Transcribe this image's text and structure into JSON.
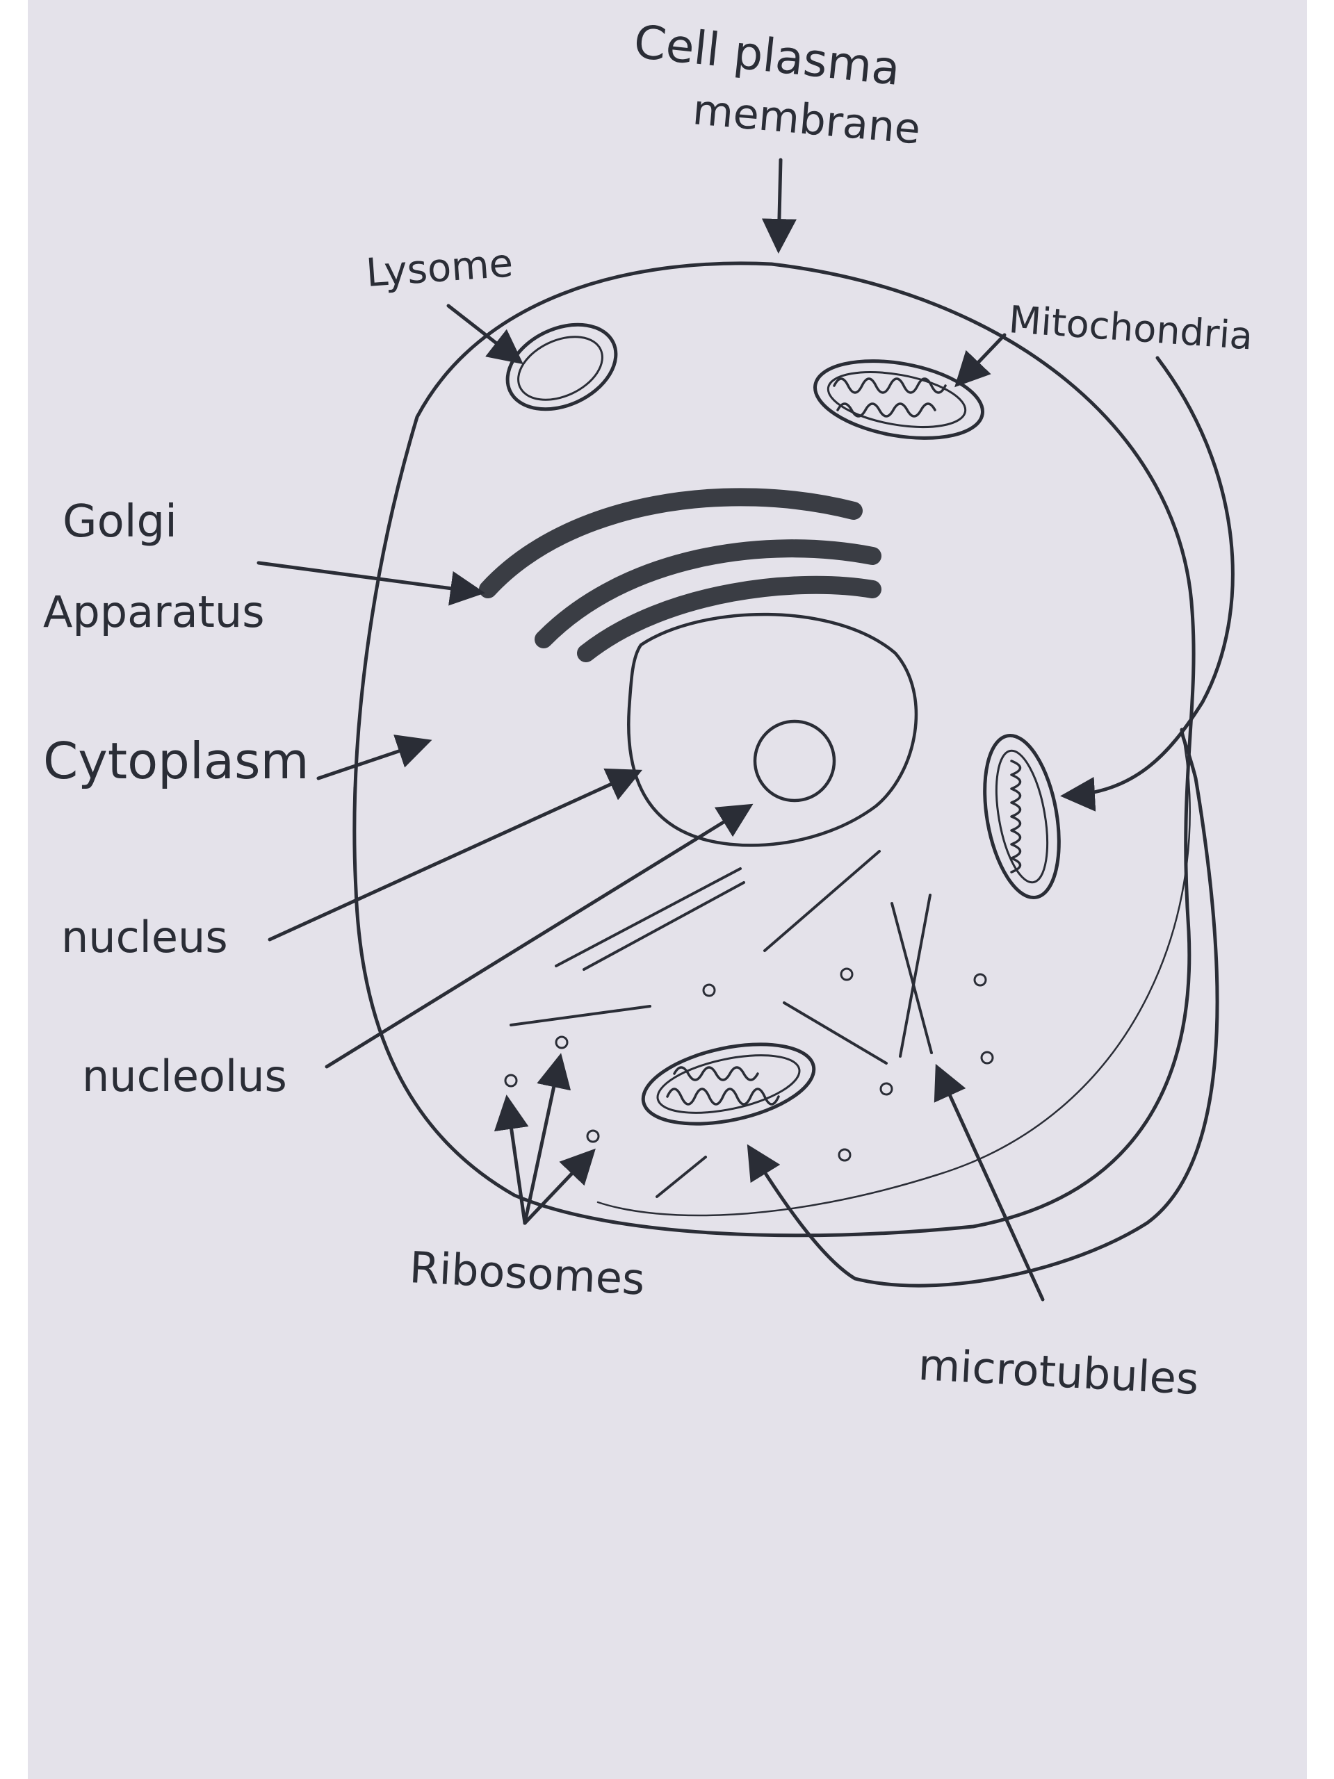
{
  "diagram": {
    "ink_color": "#2a2d36",
    "paper_color": "#e4e2ea",
    "labels": {
      "membrane_line1": "Cell plasma",
      "membrane_line2": "membrane",
      "lysome": "Lysome",
      "mitochondria": "Mitochondria",
      "golgi_line1": "Golgi",
      "golgi_line2": "Apparatus",
      "cytoplasm": "Cytoplasm",
      "nucleus": "nucleus",
      "nucleolus": "nucleolus",
      "ribosomes": "Ribosomes",
      "microtubules": "microtubules"
    }
  }
}
